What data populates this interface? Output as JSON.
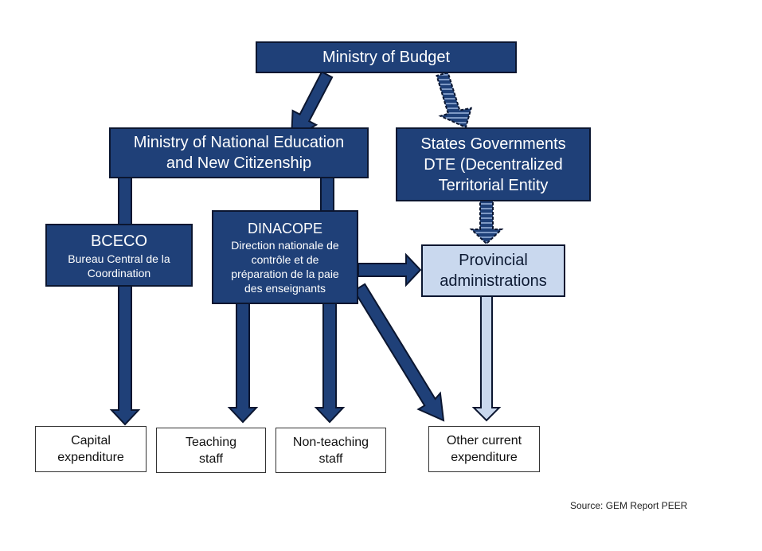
{
  "colors": {
    "dark_box": "#1f4078",
    "light_box": "#c9d8ee",
    "outline": "#0b1630",
    "white_box": "#ffffff"
  },
  "nodes": {
    "ministry_budget": "Ministry of Budget",
    "ministry_education": [
      "Ministry of National Education",
      "and New Citizenship"
    ],
    "states_governments": [
      "States Governments",
      "DTE (Decentralized",
      "Territorial Entity"
    ],
    "bceco": {
      "title": "BCECO",
      "subtitle": [
        "Bureau Central de la",
        "Coordination"
      ]
    },
    "dinacope": {
      "title": "DINACOPE",
      "subtitle": [
        "Direction nationale de",
        "contrôle et de",
        "préparation de la paie",
        "des enseignants"
      ]
    },
    "provincial": [
      "Provincial",
      "administrations"
    ],
    "capital_expenditure": [
      "Capital",
      "expenditure"
    ],
    "teaching_staff": [
      "Teaching",
      "staff"
    ],
    "non_teaching_staff": [
      "Non-teaching",
      "staff"
    ],
    "other_current_expenditure": [
      "Other current",
      "expenditure"
    ]
  },
  "source": "Source: GEM Report PEER"
}
